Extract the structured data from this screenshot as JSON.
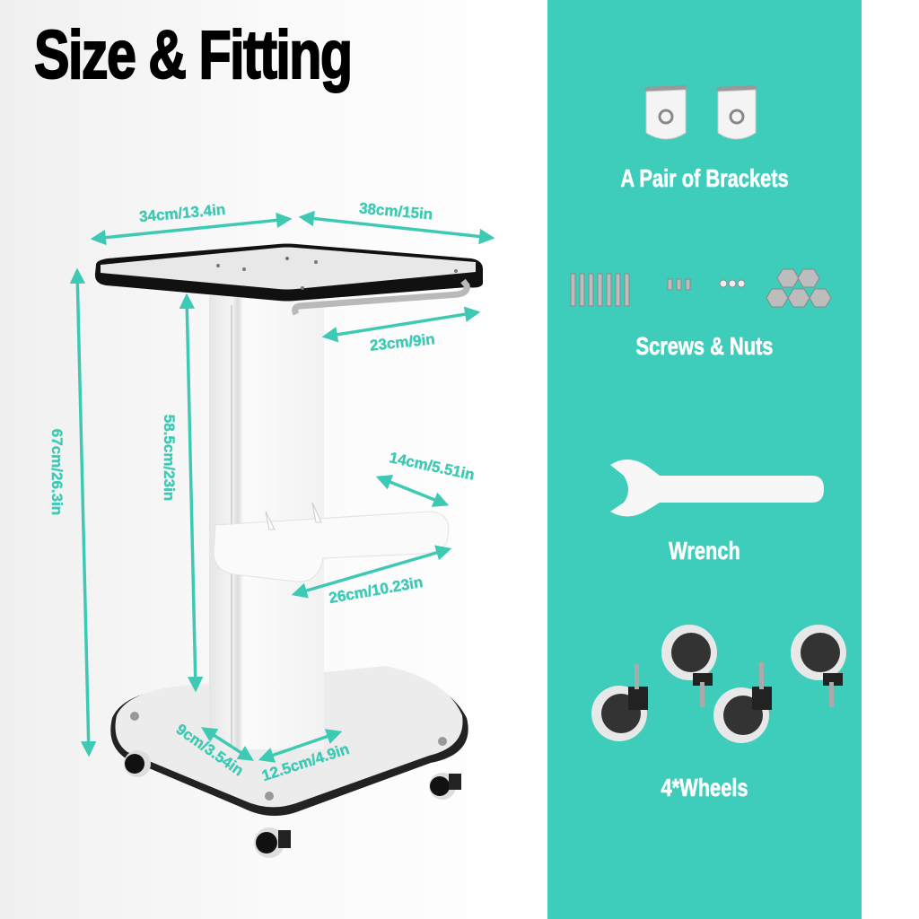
{
  "title": "Size & Fitting",
  "colors": {
    "accent_teal": "#3ecdbb",
    "dimension_teal": "#3ec9b5",
    "title_black": "#000000",
    "label_white": "#ffffff"
  },
  "dimensions": {
    "top_width": "34cm/13.4in",
    "top_depth": "38cm/15in",
    "handle_length": "23cm/9in",
    "total_height": "67cm/26.3in",
    "column_height": "58.5cm/23in",
    "tray_depth": "14cm/5.51in",
    "tray_width": "26cm/10.23in",
    "column_depth": "9cm/3.54in",
    "column_width": "12.5cm/4.9in"
  },
  "accessories": [
    {
      "label": "A Pair of Brackets",
      "icon": "bracket-icon"
    },
    {
      "label": "Screws & Nuts",
      "icon": "screws-icon"
    },
    {
      "label": "Wrench",
      "icon": "wrench-icon"
    },
    {
      "label": "4*Wheels",
      "icon": "wheel-icon"
    }
  ]
}
